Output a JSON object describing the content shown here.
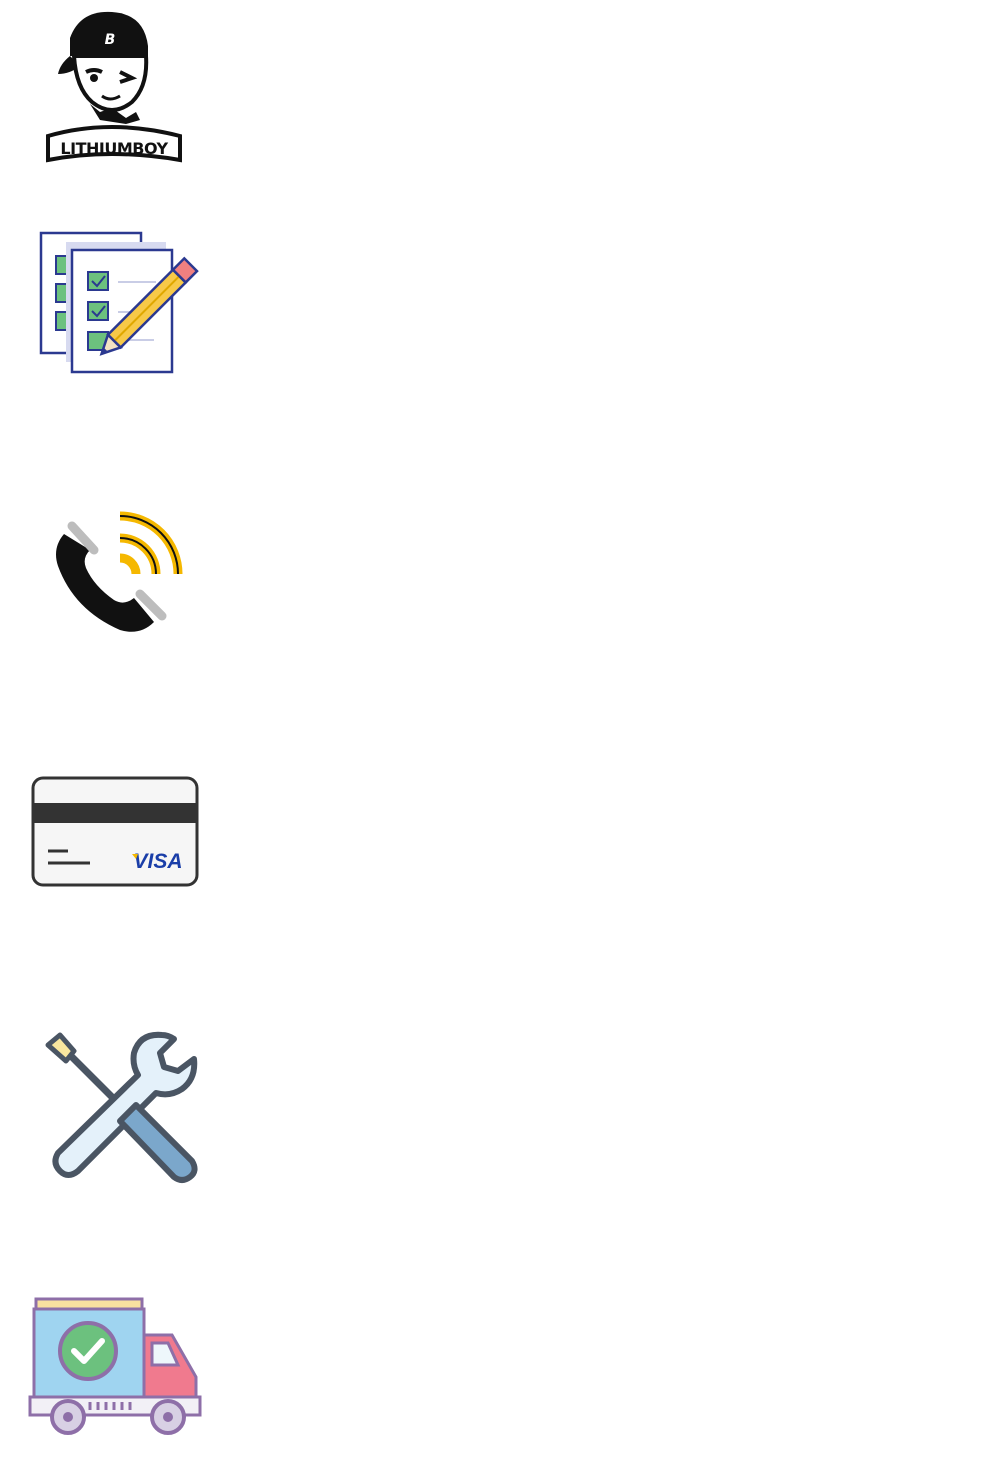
{
  "brand": {
    "name": "LITHIUMBOY",
    "cap_letter": "B"
  },
  "card": {
    "network": "VISA"
  },
  "icons": [
    {
      "name": "lithiumboy-logo-icon"
    },
    {
      "name": "checklist-pencil-icon"
    },
    {
      "name": "phone-call-icon"
    },
    {
      "name": "credit-card-icon"
    },
    {
      "name": "tools-icon"
    },
    {
      "name": "delivery-truck-icon"
    }
  ],
  "colors": {
    "checklist_outline": "#2b3990",
    "checklist_box": "#6cc17e",
    "pencil_body": "#f7c948",
    "pencil_eraser": "#f08080",
    "phone_waves": "#f5b800",
    "card_stripe": "#333333",
    "visa_blue": "#1a3ea8",
    "visa_gold": "#f5b800",
    "tools_outline": "#4a5563",
    "tools_light": "#e4f1fa",
    "tools_handle": "#7ba7cb",
    "truck_outline": "#8e6fa8",
    "truck_box": "#9fd4f0",
    "truck_cab": "#f07a8e",
    "truck_check": "#6cc17e"
  }
}
